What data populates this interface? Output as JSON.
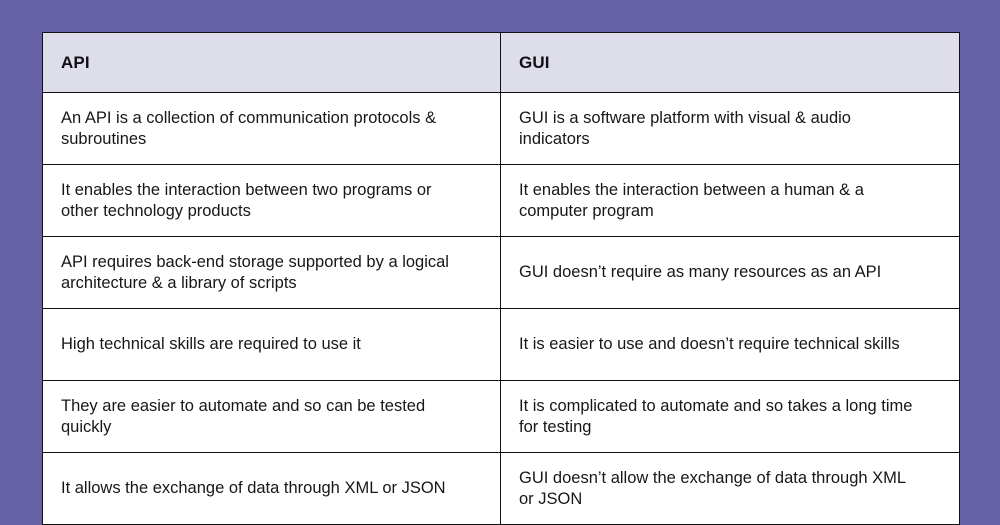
{
  "colors": {
    "page_background": "#6761a5",
    "header_background": "#dedeeb",
    "cell_background": "#ffffff",
    "border": "#111111",
    "text": "#17171b"
  },
  "table": {
    "columns": [
      {
        "key": "api",
        "label": "API"
      },
      {
        "key": "gui",
        "label": "GUI"
      }
    ],
    "rows": [
      {
        "api": "An API is a collection of communication protocols & subroutines",
        "gui": "GUI is a software platform with visual & audio indicators"
      },
      {
        "api": "It enables the interaction between two programs or other technology products",
        "gui": "It enables the interaction between a human & a computer program"
      },
      {
        "api": "API requires back-end storage supported by a logical architecture & a library of scripts",
        "gui": "GUI doesn’t require as many resources as an API"
      },
      {
        "api": "High technical skills are required to use it",
        "gui": "It is easier to use and doesn’t require technical skills"
      },
      {
        "api": "They are easier to automate and so can be tested quickly",
        "gui": "It is complicated to automate and so takes a long time for testing"
      },
      {
        "api": "It allows the exchange of data through XML or JSON",
        "gui": "GUI doesn’t allow the exchange of data through XML or JSON"
      }
    ]
  }
}
